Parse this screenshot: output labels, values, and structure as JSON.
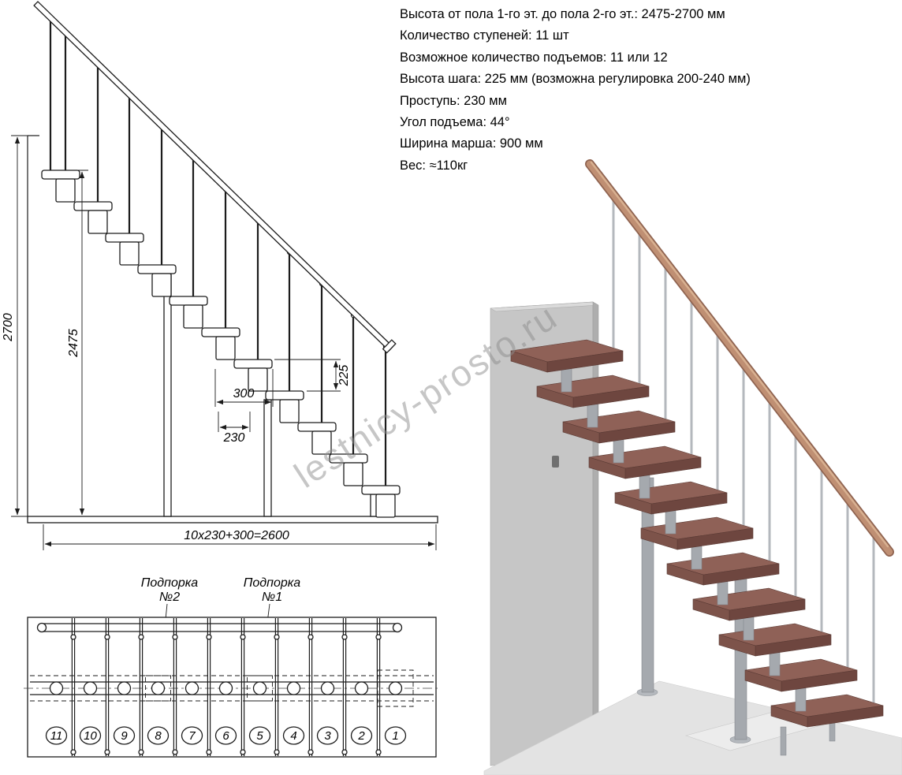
{
  "specs": {
    "lines": [
      "Высота от пола 1-го эт. до пола 2-го эт.: 2475-2700 мм",
      "Количество ступеней: 11 шт",
      "Возможное количество подъемов: 11 или 12",
      "Высота шага: 225 мм (возможна регулировка 200-240 мм)",
      "Проступь: 230 мм",
      "Угол подъема: 44°",
      "Ширина марша: 900 мм",
      "Вес: ≈110кг"
    ]
  },
  "side_view": {
    "dims": {
      "total_height": "2700",
      "flight_height": "2475",
      "top_tread": "300",
      "tread": "230",
      "rise": "225",
      "length_formula": "10x230+300=2600"
    }
  },
  "plan_view": {
    "support2": {
      "line1": "Подпорка",
      "line2": "№2"
    },
    "support1": {
      "line1": "Подпорка",
      "line2": "№1"
    },
    "step_numbers": [
      "11",
      "10",
      "9",
      "8",
      "7",
      "6",
      "5",
      "4",
      "3",
      "2",
      "1"
    ]
  },
  "watermark": "lestnicy-prosto.ru",
  "colors": {
    "line": "#1c1c1c",
    "tread_wood": "#8f6157",
    "tread_front": "#6e463f",
    "handrail_wood": "#bf8f73",
    "metal": "#a5a9ae",
    "wall": "#c6c6c6",
    "watermark": "#8e8e8e"
  }
}
